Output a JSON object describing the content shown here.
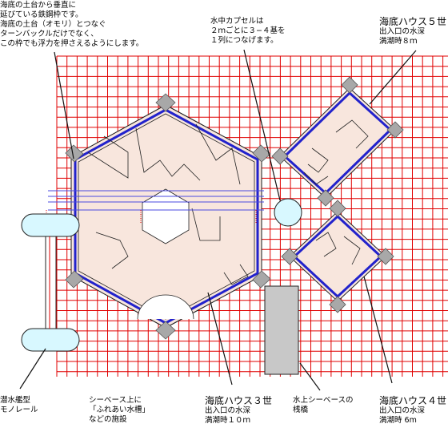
{
  "notes": {
    "frame_note": "海底の土台から垂直に\n延びている鉄鋼枠です。\n海底の土台（オモリ）とつなぐ\nターンバックルだけでなく、\nこの枠でも浮力を押さえるようにします。",
    "capsule_note": "水中カプセルは\n２ｍごとに３−４基を\n１列につなげます。",
    "monorail": "潜水艦型\nモノレール",
    "seabase_facility": "シーベース上に\n「ふれあい水槽」\nなどの施設",
    "bridge": "水上シーベースの\n桟橋"
  },
  "houses": {
    "house5": {
      "title": "海底ハウス５世",
      "line1": "出入口の水深",
      "line2": "満潮時８ｍ"
    },
    "house3": {
      "title": "海底ハウス３世",
      "line1": "出入口の水深",
      "line2": "満潮時１０ｍ"
    },
    "house4": {
      "title": "海底ハウス４世",
      "line1": "出入口の水深",
      "line2": "満潮時 6m"
    }
  },
  "colors": {
    "grid": "#e00000",
    "frame_blue": "#2222cc",
    "fill_pink": "#f8e6dd",
    "bracket_gray": "#a8a8a8",
    "capsule_fill": "#d8f8ff",
    "bridge_gray": "#c8c8c8"
  }
}
